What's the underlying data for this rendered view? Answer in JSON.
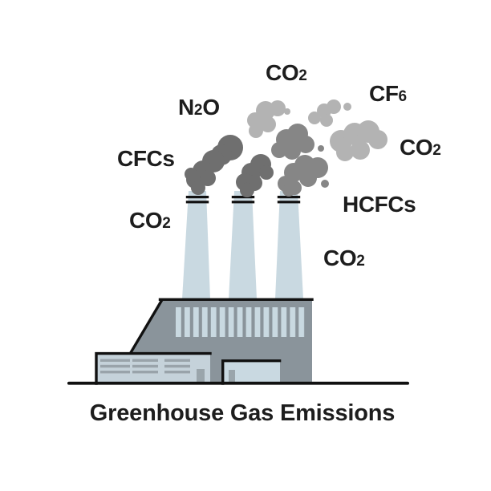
{
  "caption": "Greenhouse Gas Emissions",
  "colors": {
    "ink": "#1d1d1d",
    "outline": "#111111",
    "building": "#8a949b",
    "panel": "#c9d9e1",
    "annex": "#c5d2da",
    "vent": "#99a3aa",
    "pillar": "#9aa5ab",
    "smoke_light": "#b3b3b3",
    "smoke_medium": "#868686",
    "smoke_dark": "#6f6f6f"
  },
  "gas_labels": {
    "co2_top": {
      "main": "CO",
      "sub": "2"
    },
    "cf6": {
      "main": "CF",
      "sub": "6"
    },
    "n2o": {
      "main": "N",
      "sub": "2",
      "tail": "O"
    },
    "cfcs": {
      "text": "CFCs"
    },
    "co2_upper_right": {
      "main": "CO",
      "sub": "2"
    },
    "hcfcs": {
      "text": "HCFCs"
    },
    "co2_left": {
      "main": "CO",
      "sub": "2"
    },
    "co2_lower_right": {
      "main": "CO",
      "sub": "2"
    }
  },
  "illustration": {
    "subject": "Factory with three smokestacks emitting greenhouse gas smoke clouds"
  }
}
